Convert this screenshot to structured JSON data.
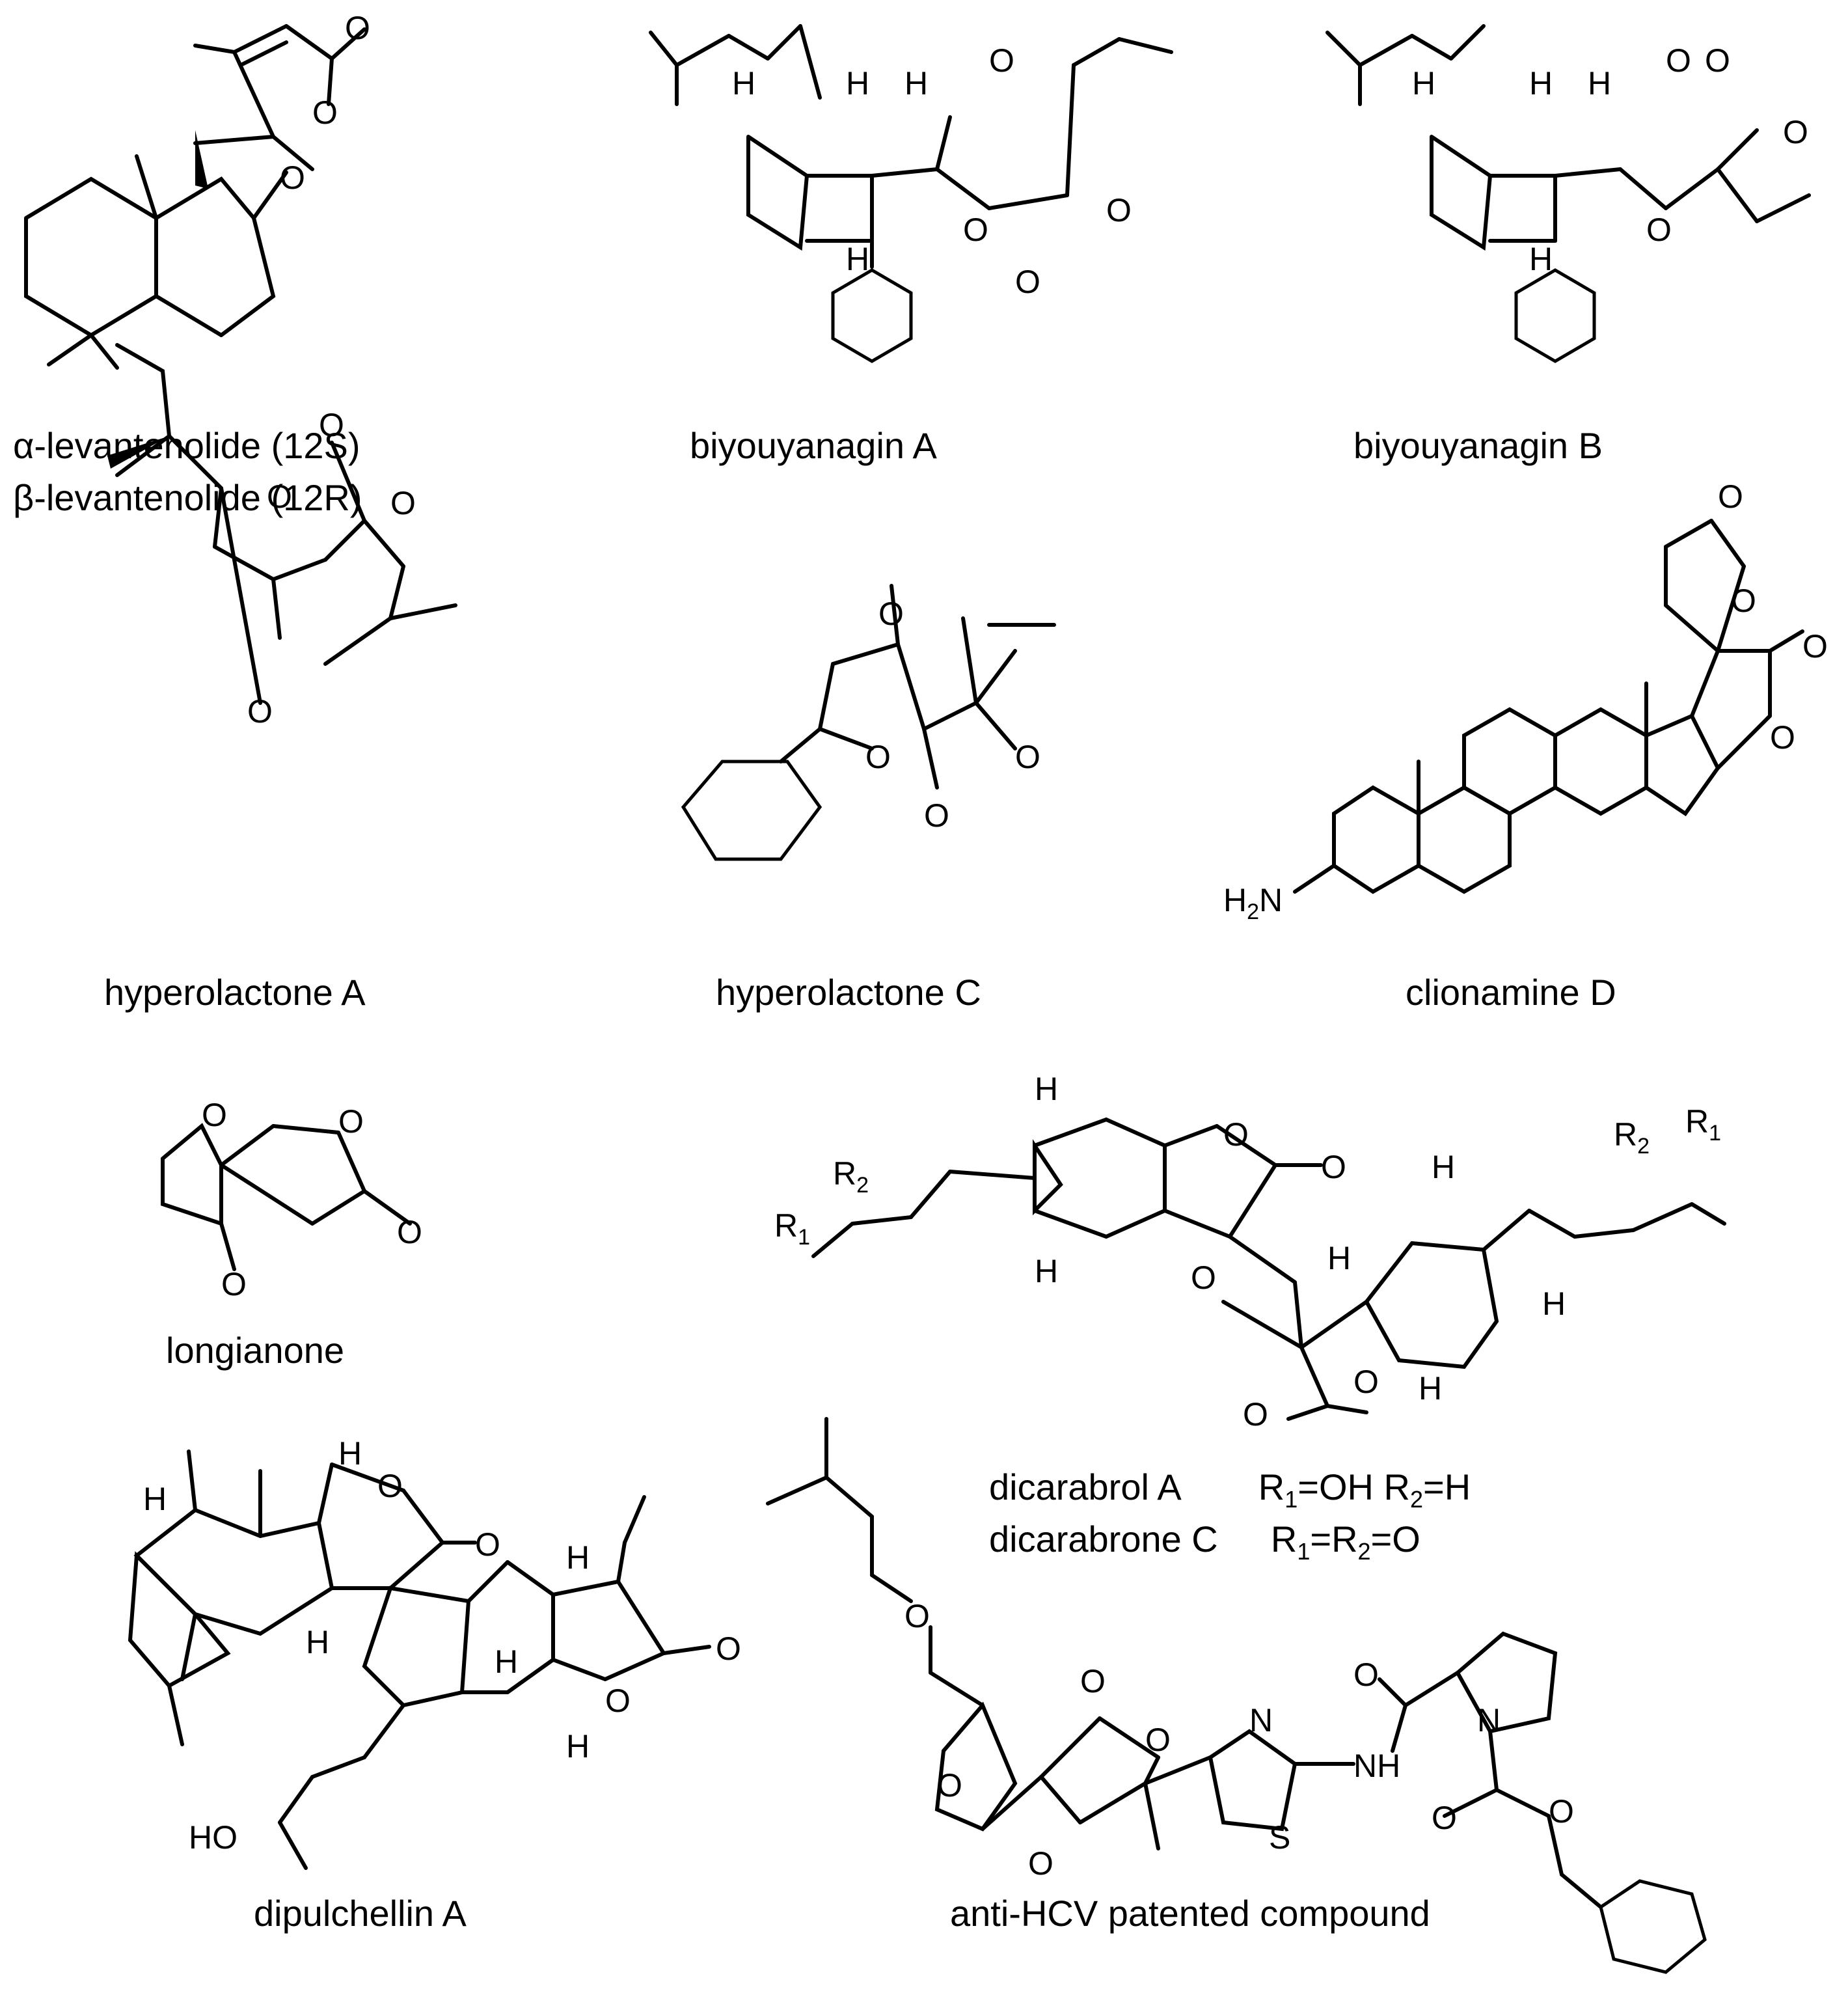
{
  "compounds": [
    {
      "name_line1": "α-levantenolide (12S)",
      "name_line2": "β-levantenolide (12R)"
    },
    {
      "name": "biyouyanagin A"
    },
    {
      "name": "biyouyanagin B"
    },
    {
      "name": "hyperolactone A"
    },
    {
      "name": "hyperolactone C"
    },
    {
      "name": "clionamine D"
    },
    {
      "name": "longianone"
    },
    {
      "name": "dicarabrol A",
      "r_def": "R",
      "r_def_rest": "=OH R",
      "r_def_rest2": "=H"
    },
    {
      "name": "dicarabrone C",
      "r_def": "R",
      "r_def_rest": "=R",
      "r_def_rest2": "=O"
    },
    {
      "name": "dipulchellin A"
    },
    {
      "name": "anti-HCV patented compound"
    }
  ],
  "atoms": {
    "O": "O",
    "H": "H",
    "N": "N",
    "S": "S",
    "NH": "NH",
    "H2N_H": "H",
    "H2N_2": "2",
    "H2N_N": "N",
    "HO": "HO",
    "R": "R",
    "sub1": "1",
    "sub2": "2"
  }
}
